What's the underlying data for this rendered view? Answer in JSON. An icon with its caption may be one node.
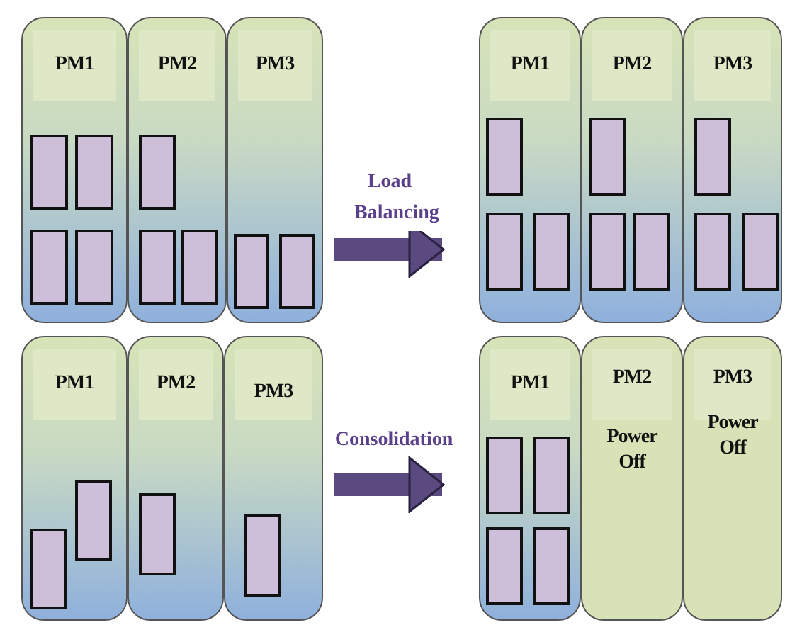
{
  "diagram": {
    "nodes": [
      {
        "text": [
          "PM1"
        ]
      },
      {
        "text": [],
        "shape": "box",
        "in": 0
      },
      {
        "text": [],
        "shape": "box",
        "in": 0
      },
      {
        "text": [],
        "shape": "box",
        "in": 0
      },
      {
        "text": [],
        "shape": "box",
        "in": 0
      },
      {
        "text": [
          "PM2"
        ]
      },
      {
        "text": [],
        "shape": "box",
        "in": 5
      },
      {
        "text": [],
        "shape": "box",
        "in": 5
      },
      {
        "text": [],
        "shape": "box",
        "in": 5
      },
      {
        "text": [
          "PM3"
        ]
      },
      {
        "text": [],
        "shape": "box",
        "in": 9
      },
      {
        "text": [],
        "shape": "box",
        "in": 9
      },
      {
        "text": [
          "PM1"
        ]
      },
      {
        "text": [],
        "shape": "box",
        "in": 12
      },
      {
        "text": [],
        "shape": "box",
        "in": 12
      },
      {
        "text": [],
        "shape": "box",
        "in": 12
      },
      {
        "text": [
          "PM2"
        ]
      },
      {
        "text": [],
        "shape": "box",
        "in": 16
      },
      {
        "text": [],
        "shape": "box",
        "in": 16
      },
      {
        "text": [],
        "shape": "box",
        "in": 16
      },
      {
        "text": [
          "PM3"
        ]
      },
      {
        "text": [],
        "shape": "box",
        "in": 20
      },
      {
        "text": [],
        "shape": "box",
        "in": 20
      },
      {
        "text": [],
        "shape": "box",
        "in": 20
      },
      {
        "text": [
          "PM1"
        ]
      },
      {
        "text": [],
        "shape": "box",
        "in": 24
      },
      {
        "text": [],
        "shape": "box",
        "in": 24
      },
      {
        "text": [
          "PM2"
        ]
      },
      {
        "text": [],
        "shape": "box",
        "in": 27
      },
      {
        "text": [
          "PM3"
        ]
      },
      {
        "text": [],
        "shape": "box",
        "in": 29
      },
      {
        "text": [
          "PM1"
        ]
      },
      {
        "text": [],
        "shape": "box",
        "in": 31
      },
      {
        "text": [],
        "shape": "box",
        "in": 31
      },
      {
        "text": [],
        "shape": "box",
        "in": 31
      },
      {
        "text": [],
        "shape": "box",
        "in": 31
      },
      {
        "text": [
          "PM2",
          "Power Off"
        ]
      },
      {
        "text": [
          "PM3",
          "Power Off"
        ]
      }
    ],
    "edges": [
      {
        "from": 9,
        "to": 12,
        "arrow": "to",
        "label": "Load Balancing"
      },
      {
        "from": 29,
        "to": 31,
        "arrow": "to",
        "label": "Consolidation"
      }
    ]
  }
}
